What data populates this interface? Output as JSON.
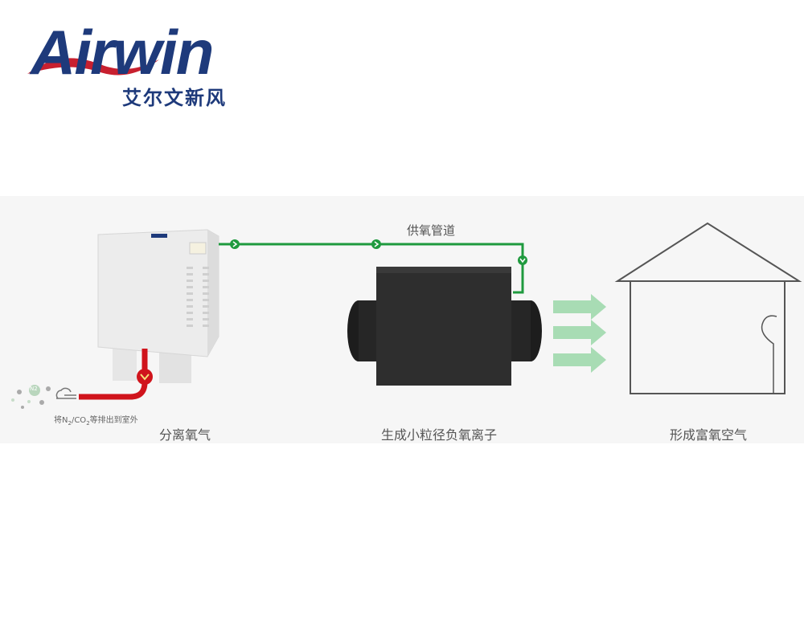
{
  "logo": {
    "brand": "Airwin",
    "subtitle": "艾尔文新风"
  },
  "diagram": {
    "pipe_label": "供氧管道",
    "exhaust_label_parts": [
      "将N",
      "2",
      "/CO",
      "2",
      "等排出到室外"
    ],
    "n2_bubble": "N2",
    "stages": [
      {
        "label": "分离氧气"
      },
      {
        "label": "生成小粒径负氧离子"
      },
      {
        "label": "形成富氧空气"
      }
    ],
    "colors": {
      "oxygen_pipe": "#1f9a3e",
      "exhaust_pipe": "#d0141c",
      "arrows": "#a8dcb4",
      "brand": "#1e3a7b"
    }
  }
}
